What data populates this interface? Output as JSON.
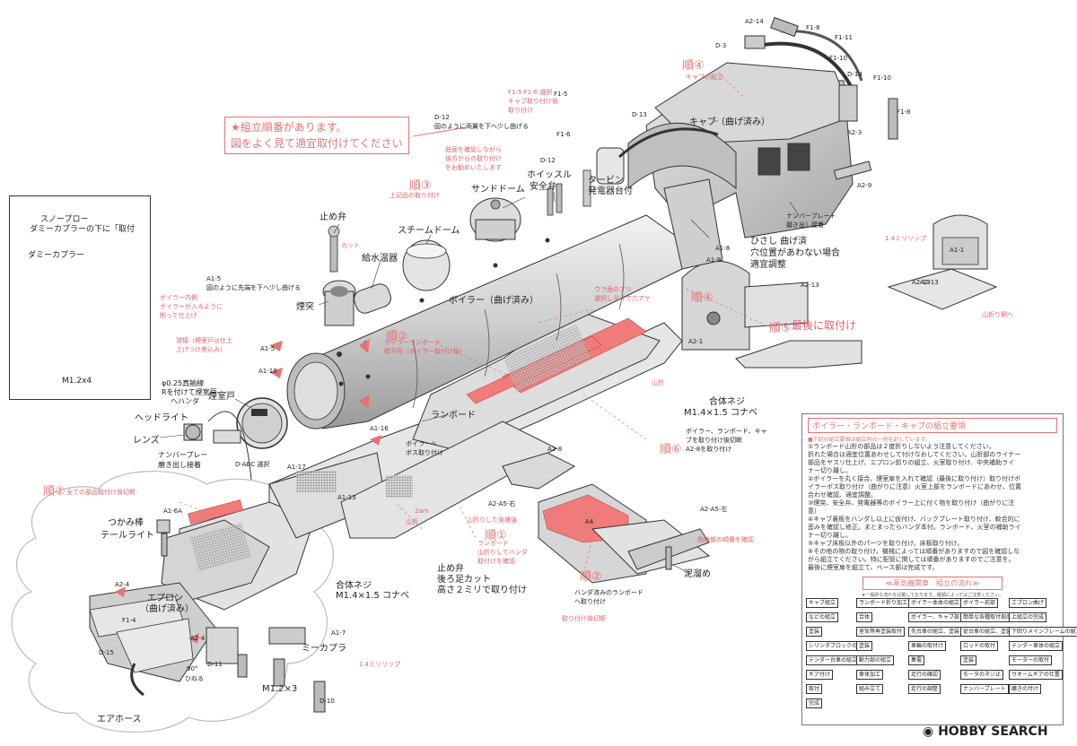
{
  "notice": {
    "line1": "★組立順番があります。",
    "line2": "図をよく見て適宜取付けてください"
  },
  "inset": {
    "text1": "スノープロー",
    "text2": "ダミーカプラーの下に「取付",
    "text3": "ダミーカプラー",
    "screw": "M1.2x4"
  },
  "steps": {
    "s1": "順①",
    "s2a": "順②",
    "s2b": "順②",
    "s2c": "順②",
    "s3": "順③",
    "s4a": "順④",
    "s4b": "順④",
    "s5": "順⑤",
    "s6": "順⑥",
    "s5_text": "最後に取付け"
  },
  "labels": {
    "cab": "キャブ（曲げ済み）",
    "boiler": "ボイラー（曲げ済み）",
    "runboard": "ランボード",
    "sanddome": "サンドドーム",
    "safety": "安全弁",
    "whistle": "ホイッスル",
    "turbine1": "タービン",
    "turbine2": "発電器台付",
    "steamdome": "スチームドーム",
    "stopvalve": "止め弁",
    "heater": "給水温器",
    "chimney": "煙突",
    "smokebox": "煙室戸",
    "headlight": "ヘッドライト",
    "lens": "レンズ",
    "numplate1": "ナンバープレー",
    "numplate2": "磨き出し接着",
    "handrail": "つかみ棒",
    "taillight": "テールライト",
    "apron1": "エプロン",
    "apron2": "（曲げ済み）",
    "airhose": "エアホース",
    "coupler": "ミーカプラ",
    "screw1": "合体ネジ",
    "screw1b": "M1.4×1.5 コナベ",
    "screw2": "合体ネジ",
    "screw2b": "M1.4×1.5 コナベ",
    "screw_m12": "M1.2×3",
    "mudguard": "泥溜め",
    "stopcut1": "止め弁",
    "stopcut2": "後ろ足カット",
    "stopcut3": "高さ２ミリで取り付け",
    "hisashi1": "ひさし 曲げ済",
    "hisashi2": "穴位置があわない場合",
    "hisashi3": "適宜調整",
    "d0abc": "D-ABC 選択",
    "wire1": "φ0.25真鍮線",
    "wire2": "Rを付けて煙室戸",
    "wire3": "へハンダ",
    "r90": "90°",
    "r90b": "ひねる",
    "cabassy": "キャブの組立",
    "boiler_to": "ボイラーへ",
    "boiler_to2": "ボス取り付け",
    "cut_note1": "ボイラー、ランボード、キャ",
    "cut_note2": "ブを取り付け後切断",
    "cut_note3": "A2-8を取り付け",
    "hanger1": "ハンダ済みのランボード",
    "hanger2": "へ取り付け",
    "d12a": "D-12",
    "d12b": "図のように両翼を下へ少し曲げる",
    "a15a": "A1-5",
    "a15b": "図のように先端を下へ少し曲げる",
    "numplate_cab1": "ナンバープレート",
    "numplate_cab2": "磨き出し接着",
    "bend_note": "1.4ミリリップ",
    "bend_note2": "山折り側へ",
    "lip": "1.4ミリリップ"
  },
  "parts": [
    "D-3",
    "A2-14",
    "F1-8",
    "F1-11",
    "F1-10",
    "D-14",
    "F1-10",
    "F1-8",
    "A2-3",
    "A2-9",
    "A1-8",
    "A1-9",
    "A2-13",
    "A2-1",
    "A2-13",
    "A1-5",
    "A1-18",
    "A1-16",
    "A1-17",
    "A1-13",
    "A1-6A",
    "A2-4",
    "F1-4",
    "D-15",
    "A2-4",
    "D-11",
    "D-10",
    "A1-7",
    "A2-8",
    "A2-A5-右",
    "A4",
    "A2-A5-左",
    "F1-5",
    "F1-6",
    "D-12",
    "D-13",
    "A1-1",
    "A2-13"
  ],
  "part_positions_note": "",
  "red_small": {
    "r1": "ボイラー内側",
    "r2": "ボイラーが入るように",
    "r3": "削って仕上げ",
    "r4": "溶接（煙室戸は仕上",
    "r5": "上げつけ差込み）",
    "r6": "ボイラーランボード",
    "r7": "順不同（ボイラー取付け後）",
    "r8": "曲面を確認しながら",
    "r9": "後方からの取り付け",
    "r10": "をお勧めいたします",
    "r11": "F1-5 F1-6 選択",
    "r12": "キャブ取り付け後",
    "r13": "取り付け",
    "r14": "上記品の取り付け",
    "r15": "ウラ面のアリ",
    "r16": "選択しＲ４で穴アケ",
    "r17": "全ての部品取付け後切断",
    "r18": "ランボード",
    "r19": "山折りしてハンダ",
    "r20": "取付けを確認",
    "r21": "取り付け後切断",
    "r22": "山折",
    "r23": "山折",
    "r24": "2am",
    "r25": "山折りした後補強",
    "r26": "カット",
    "r27": "曲線部の順番を確認"
  },
  "panel": {
    "head": "ボイラー・ランボード・キャブの組立要領",
    "sub": "■下記の組立要領は組立例の一例を記しています。",
    "lines": [
      "①ランボード山折の部品は２度折りしないよう注意してください。",
      "  折れた場合は適宜位置あわせして付けなおしてください。山折部のライナー",
      "  部品をヤスリ仕上げ、エプロン前りの組立、火室取り付け、中央補助ライ",
      "  ナー切り離し。",
      "②ボイラーを丸く接合、煙室扉を入れて確認（最後に取り付け）取り付けボ",
      "  イラーボス取り付け（曲がりに注意）火室上部をランボードにあわせ、位置",
      "  合わせ確認、適宜調整。",
      "③煙突、安全弁、発電器等のボイラー上に付く物を取り付け（曲がりに注",
      "  意）",
      "④キャブ裏板をハンダし以上に仮付け、バックプレート取り付け、較合的に",
      "  歪みを確認し修正。まとまったらハンダ本付。ランボード、火室の補助ライ",
      "  ナー切り離し。",
      "⑤キャブ床板以外のパーツを取り付け。床板取り付け。",
      "⑥その他の物の取り付け。機械によっては順番がありますので図を確認しな",
      "  がら組立てください。特に配管に関しては順番がありますのでご注意を。",
      "  最後に煙室扉を組立て、ベース部は完成です。"
    ],
    "head2": "≪蒸気機関車　組立の流れ≫",
    "sub2": "★一般的な流れを記載しております。組順によってはご注意ください。",
    "flow": [
      "キャブ組立",
      "ランボード折り加工",
      "ボイラー本体の組立",
      "ボイラー前部",
      "エプロン曲げ",
      "などの組立",
      "合体",
      "ボイラー、キャブ部",
      "簡単な各種取付部品",
      "上組立の完成",
      "塗装",
      "室気等再塗装取付",
      "先台車の組立、塗装",
      "従台車の組立、塗装",
      "下回りメインフレームの組立、",
      "シリンダブロックの組立",
      "塗装",
      "車輪の取付け",
      "ロッドの取付",
      "テンダー車体の組立",
      "テンダー台車の組立",
      "動力部の組立",
      "集電",
      "塗装",
      "モーターの取付",
      "ギア付け",
      "車体加工",
      "走行の確認",
      "モータのネジ止",
      "ウオームギアの仕置",
      "取付",
      "組み立て",
      "走行の調整",
      "ナンバープレート",
      "磨きの付け",
      "完成"
    ]
  },
  "watermark": "HOBBY SEARCH"
}
